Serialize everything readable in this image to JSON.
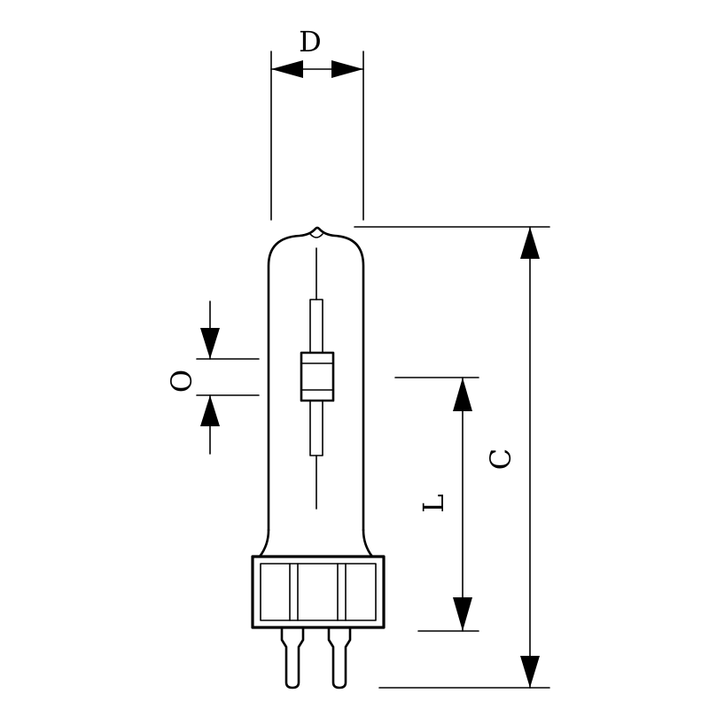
{
  "labels": {
    "D": "D",
    "O": "O",
    "L": "L",
    "C": "C"
  },
  "colors": {
    "ink": "#000000",
    "background": "#ffffff"
  }
}
